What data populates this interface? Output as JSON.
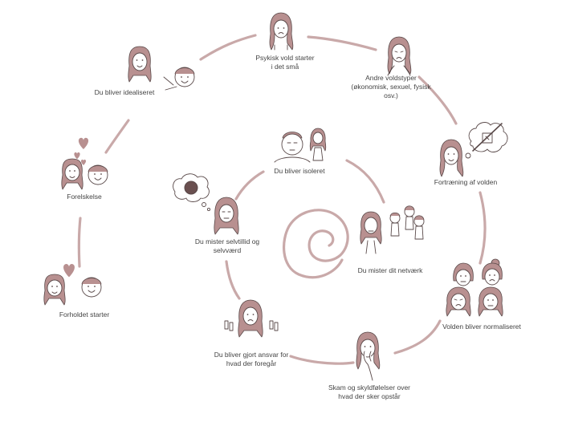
{
  "colors": {
    "arrow": "#c9a9a9",
    "hair": "#b89090",
    "line": "#5a4a4a",
    "skin": "#ffffff",
    "heart": "#b89090",
    "label": "#444444"
  },
  "stages": [
    {
      "id": "psykisk",
      "lines": [
        "Psykisk vold starter",
        "i det små"
      ]
    },
    {
      "id": "andre",
      "lines": [
        "Andre voldstyper",
        "(økonomisk, sexuel, fysisk",
        "osv.)"
      ]
    },
    {
      "id": "fortraening",
      "lines": [
        "Fortræning af volden"
      ]
    },
    {
      "id": "normaliseret",
      "lines": [
        "Volden bliver normaliseret"
      ]
    },
    {
      "id": "skam",
      "lines": [
        "Skam og skyldfølelser over",
        "hvad der sker opstår"
      ]
    },
    {
      "id": "ansvar",
      "lines": [
        "Du bliver gjort ansvar for",
        "hvad der foregår"
      ]
    },
    {
      "id": "selvtillid",
      "lines": [
        "Du mister selvtillid og",
        "selvværd"
      ]
    },
    {
      "id": "isoleret",
      "lines": [
        "Du bliver isoleret"
      ]
    },
    {
      "id": "netvaerk",
      "lines": [
        "Du mister dit netværk"
      ]
    },
    {
      "id": "idealiseret",
      "lines": [
        "Du bliver idealiseret"
      ]
    },
    {
      "id": "forelskelse",
      "lines": [
        "Forelskelse"
      ]
    },
    {
      "id": "forholdet",
      "lines": [
        "Forholdet starter"
      ]
    }
  ]
}
